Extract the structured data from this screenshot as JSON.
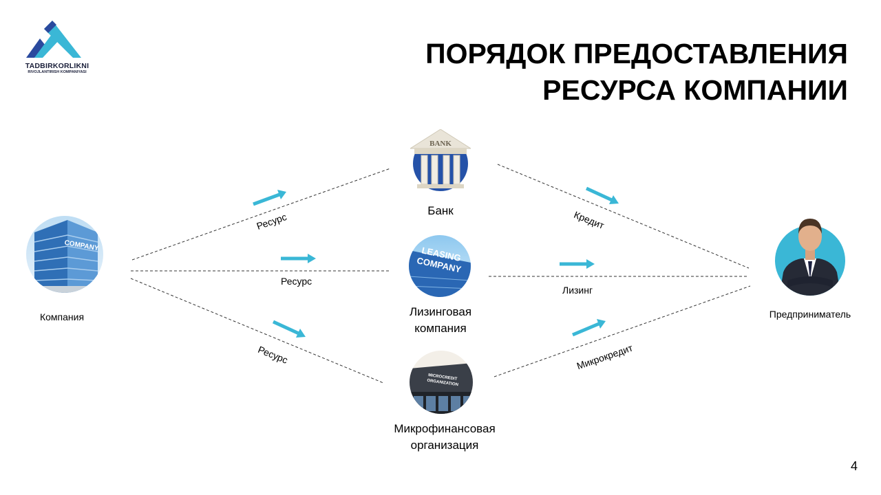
{
  "logo": {
    "name": "TADBIRKORLIKNI",
    "subtitle": "RIVOJLANTIRISH KOMPANIYASI"
  },
  "title": {
    "line1": "ПОРЯДОК ПРЕДОСТАВЛЕНИЯ",
    "line2": "РЕСУРСА КОМПАНИИ"
  },
  "nodes": {
    "company": {
      "label": "Компания",
      "image_text": "COMPANY"
    },
    "bank": {
      "label": "Банк",
      "image_text": "BANK"
    },
    "leasing": {
      "label_line1": "Лизинговая",
      "label_line2": "компания",
      "image_text_1": "LEASING",
      "image_text_2": "COMPANY"
    },
    "micro": {
      "label_line1": "Микрофинансовая",
      "label_line2": "организация",
      "image_text_1": "MICROCREDIT",
      "image_text_2": "ORGANIZATION"
    },
    "entrepreneur": {
      "label": "Предприниматель"
    }
  },
  "edges": {
    "resource_bank": "Ресурс",
    "resource_leasing": "Ресурс",
    "resource_micro": "Ресурс",
    "credit": "Кредит",
    "leasing": "Лизинг",
    "microcredit": "Микрокредит"
  },
  "colors": {
    "accent": "#3ab7d6",
    "navy": "#1f3a8a",
    "text": "#000000"
  },
  "page_number": "4"
}
